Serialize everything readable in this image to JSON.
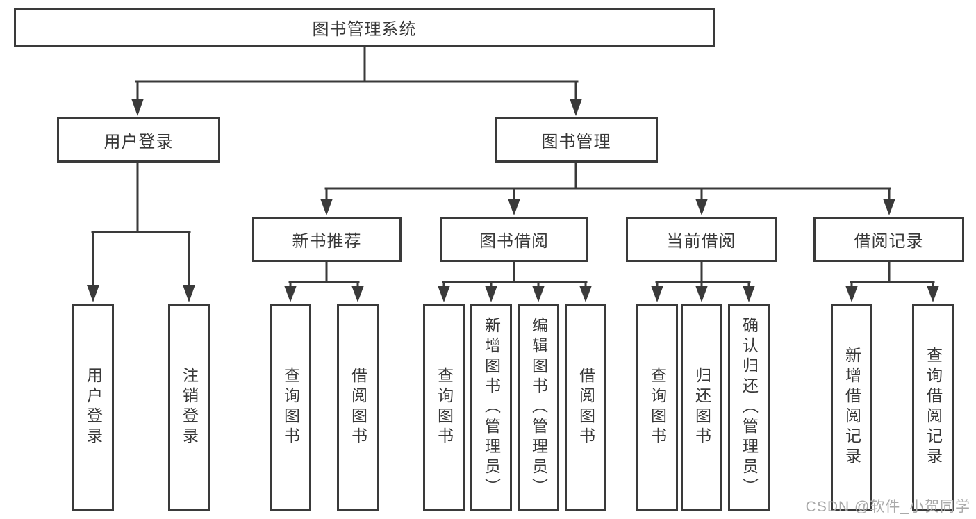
{
  "diagram": {
    "root": {
      "label": "图书管理系统"
    },
    "level2": {
      "user_login": {
        "label": "用户登录"
      },
      "book_mgmt": {
        "label": "图书管理"
      }
    },
    "level3": {
      "new_books": {
        "label": "新书推荐"
      },
      "borrow": {
        "label": "图书借阅"
      },
      "current": {
        "label": "当前借阅"
      },
      "records": {
        "label": "借阅记录"
      }
    },
    "leaves": {
      "user_login": [
        "用户登录",
        "注销登录"
      ],
      "new_books": [
        "查询图书",
        "借阅图书"
      ],
      "borrow": [
        "查询图书",
        "新增图书（管理员）",
        "编辑图书（管理员）",
        "借阅图书"
      ],
      "current": [
        "查询图书",
        "归还图书",
        "确认归还（管理员）"
      ],
      "records": [
        "新增借阅记录",
        "查询借阅记录"
      ]
    }
  },
  "watermark": {
    "text": "CSDN @软件_小贺同学"
  },
  "colors": {
    "line": "#3a3a3a",
    "text": "#383838",
    "background": "#ffffff",
    "watermark": "#a9a9a9"
  }
}
